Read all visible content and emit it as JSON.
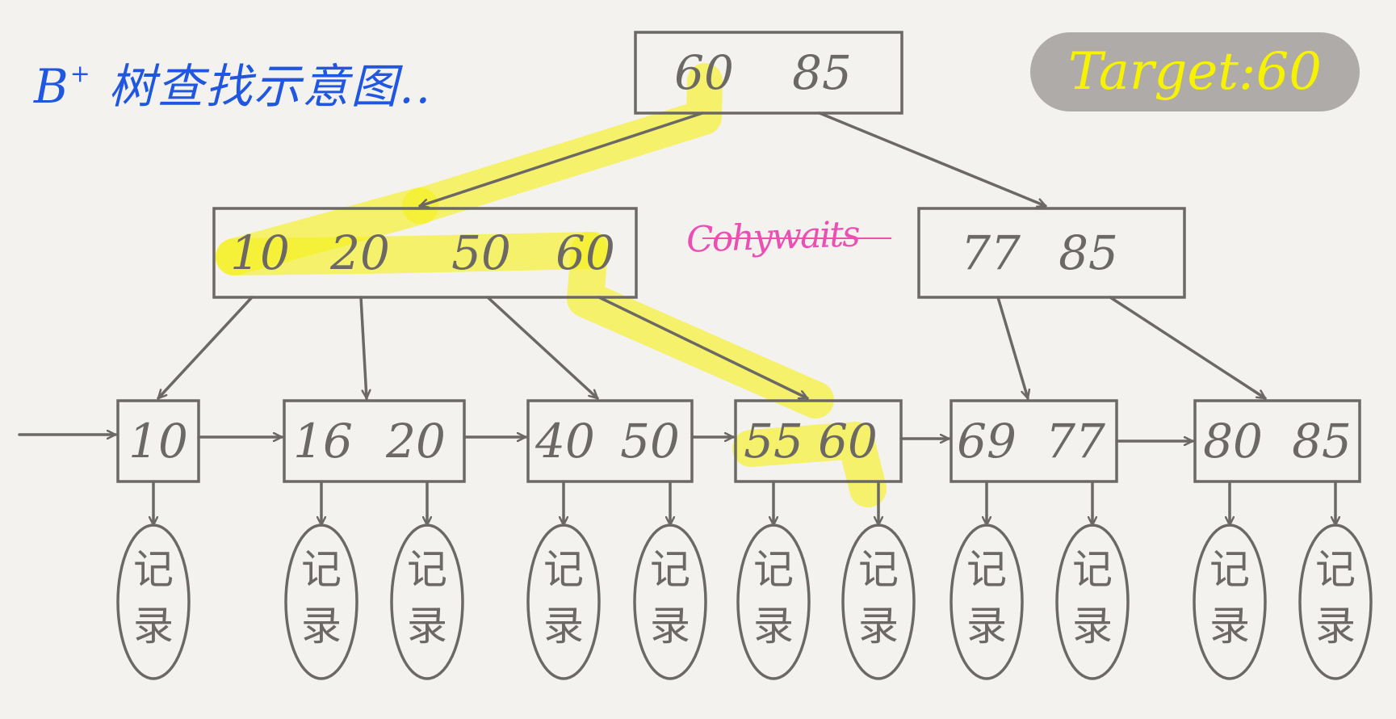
{
  "title": {
    "text": "B",
    "sup": "+",
    "rest": "树查找示意图.."
  },
  "target": {
    "label": "Target:60"
  },
  "signature": "Cohywaits",
  "colors": {
    "ink": "#6b6866",
    "title": "#1f57e0",
    "highlight": "#f5f01a",
    "signature": "#ea4fb3",
    "badge": "#aeaba8",
    "badge_text": "#f7f300"
  },
  "root": {
    "keys": [
      "60",
      "85"
    ]
  },
  "internal": [
    {
      "keys": [
        "10",
        "20",
        "50",
        "60"
      ]
    },
    {
      "keys": [
        "77",
        "85"
      ]
    }
  ],
  "leaves": [
    {
      "keys": [
        "10"
      ]
    },
    {
      "keys": [
        "16",
        "20"
      ]
    },
    {
      "keys": [
        "40",
        "50"
      ]
    },
    {
      "keys": [
        "55",
        "60"
      ]
    },
    {
      "keys": [
        "69",
        "77"
      ]
    },
    {
      "keys": [
        "80",
        "85"
      ]
    }
  ],
  "record_label": [
    "记",
    "录"
  ],
  "search_path": [
    "root:60",
    "internal:0:60",
    "leaf:3:60"
  ]
}
